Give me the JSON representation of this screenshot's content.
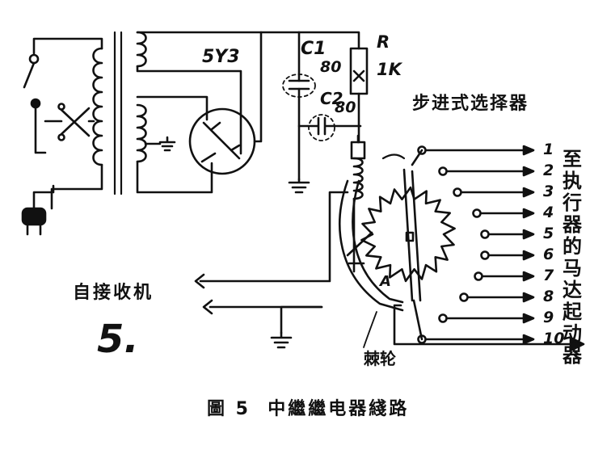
{
  "labels": {
    "tube": "5Y3",
    "cap1_name": "C1",
    "cap1_value": "80",
    "cap2_name": "C2",
    "cap2_value": "80",
    "resistor_name": "R",
    "resistor_value": "1K",
    "selector_title": "步进式选择器",
    "to_executor": "至执行器的马达起动器",
    "from_receiver": "自接收机",
    "ratchet": "棘轮",
    "point_a": "A",
    "figure_number": "5.",
    "caption": "圖 5  中繼繼电器綫路"
  },
  "outputs": [
    "1",
    "2",
    "3",
    "4",
    "5",
    "6",
    "7",
    "8",
    "9",
    "10"
  ]
}
